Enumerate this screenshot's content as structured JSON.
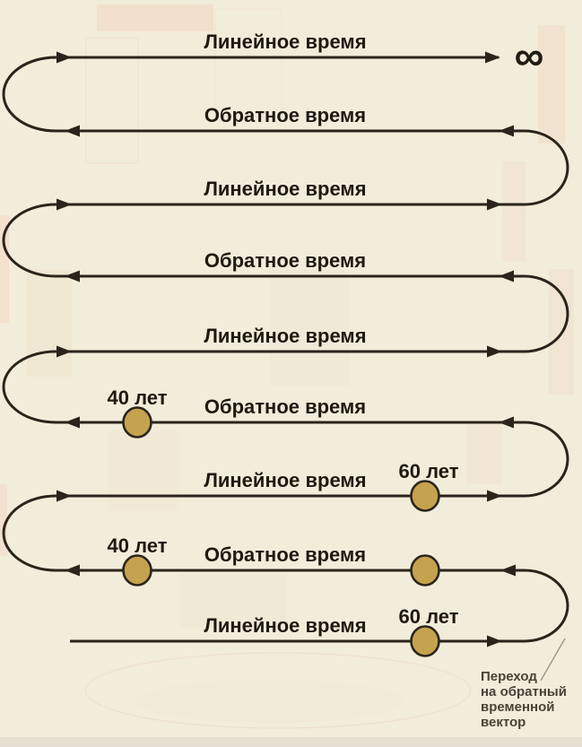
{
  "figure": {
    "title": "serpentine-time-flow",
    "terminal_infinity": "∞",
    "rows": [
      {
        "label": "Линейное время",
        "direction": "right",
        "markers": []
      },
      {
        "label": "Обратное время",
        "direction": "left",
        "markers": []
      },
      {
        "label": "Линейное время",
        "direction": "right",
        "markers": []
      },
      {
        "label": "Обратное время",
        "direction": "left",
        "markers": []
      },
      {
        "label": "Линейное время",
        "direction": "right",
        "markers": []
      },
      {
        "label": "Обратное время",
        "direction": "left",
        "markers": [
          {
            "label": "40 лет",
            "pos": "left"
          }
        ]
      },
      {
        "label": "Линейное время",
        "direction": "right",
        "markers": [
          {
            "label": "60 лет",
            "pos": "right"
          }
        ]
      },
      {
        "label": "Обратное время",
        "direction": "left",
        "markers": [
          {
            "label": "40 лет",
            "pos": "left"
          },
          {
            "label": "",
            "pos": "right"
          }
        ]
      },
      {
        "label": "Линейное время",
        "direction": "right",
        "markers": [
          {
            "label": "60 лет",
            "pos": "right"
          }
        ]
      }
    ],
    "annotation_lines": [
      "Переход",
      "на обратный",
      "временной",
      "вектор"
    ]
  },
  "colors": {
    "background": "#f2ecda",
    "flow_line": "#2b241c",
    "label_text": "#201911",
    "marker_fill": "#c5a24e",
    "marker_stroke": "#2b241c",
    "annotation_text": "#4b4138",
    "annotation_pointer": "#9b9286"
  }
}
